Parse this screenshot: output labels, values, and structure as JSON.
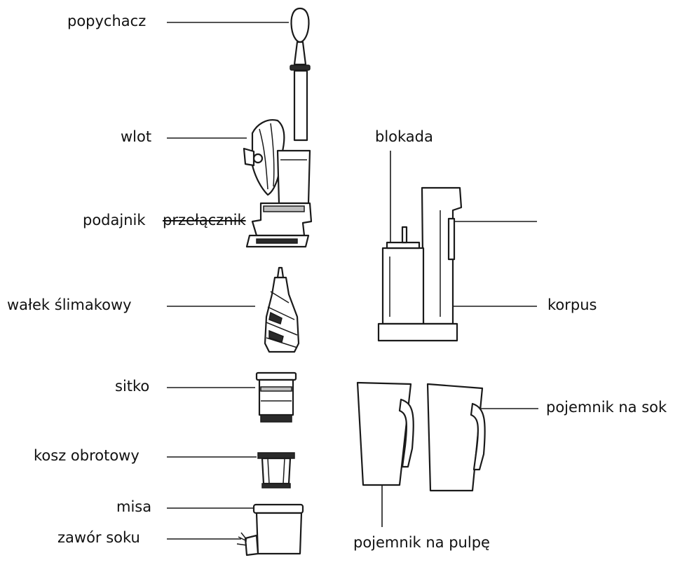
{
  "labels": {
    "pusher": "popychacz",
    "inlet": "wlot",
    "feeder": "podajnik",
    "switch": "przełącznik",
    "auger": "wałek ślimakowy",
    "strainer": "sitko",
    "rotating_basket": "kosz obrotowy",
    "bowl": "misa",
    "juice_valve": "zawór soku",
    "lock": "blokada",
    "body": "korpus",
    "juice_container": "pojemnik na sok",
    "pulp_container": "pojemnik na pulpę"
  }
}
